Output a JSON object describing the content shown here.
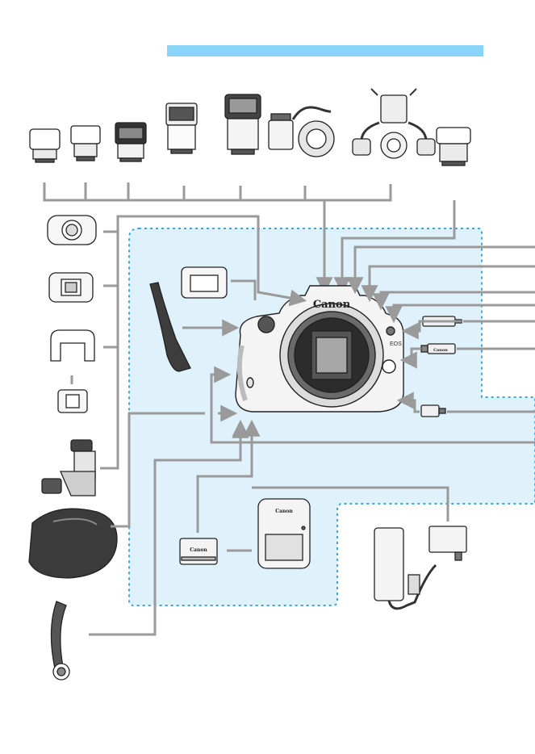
{
  "header_bar_color": "#8ad4f7",
  "zone_color": "#dff2fb",
  "zone_border_color": "#3aa8de",
  "connector_color": "#9a9a9a",
  "camera": {
    "brand_label": "Canon",
    "model_label": "EOS"
  },
  "charger": {
    "brand_label": "Canon"
  },
  "battery_pack": {
    "brand_label": "Canon"
  },
  "usb_cable": {
    "brand_label": "Canon"
  },
  "accessories": {
    "flashes": [
      "speedlite-icon",
      "speedlite-icon",
      "speedlite-icon",
      "speedlite-icon",
      "speedlite-icon",
      "ring-lite-icon",
      "twin-lite-icon",
      "wireless-transmitter-icon"
    ],
    "eyepiece_items": [
      "eyepiece-extender-icon",
      "magnifier-icon",
      "eyecup-icon",
      "eyepiece-adapter-icon",
      "angle-finder-icon"
    ],
    "power_items": [
      "battery-pack-icon",
      "battery-charger-icon",
      "ac-adapter-icon",
      "dc-coupler-icon"
    ],
    "cables": [
      "remote-switch-icon",
      "interface-cable-icon",
      "hdmi-cable-icon"
    ]
  }
}
